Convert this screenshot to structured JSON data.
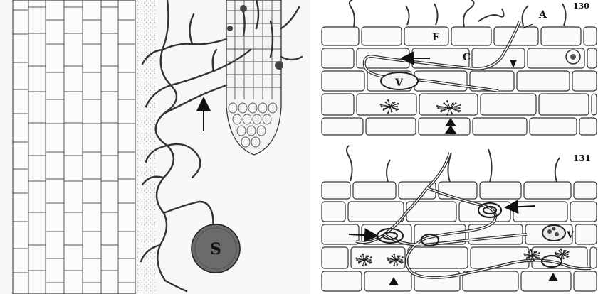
{
  "figure": {
    "left_panel": {
      "spore_label": "S"
    },
    "right_top_panel": {
      "figure_number": "130",
      "labels": {
        "epidermis": "E",
        "cortex": "C",
        "appressorium": "A",
        "vesicle": "V"
      }
    },
    "right_bottom_panel": {
      "figure_number": "131",
      "labels": {
        "vesicle": "V"
      }
    }
  },
  "colors": {
    "ink": "#2a2a2a",
    "paper": "#ffffff",
    "spore_fill": "#6b6b6b"
  }
}
